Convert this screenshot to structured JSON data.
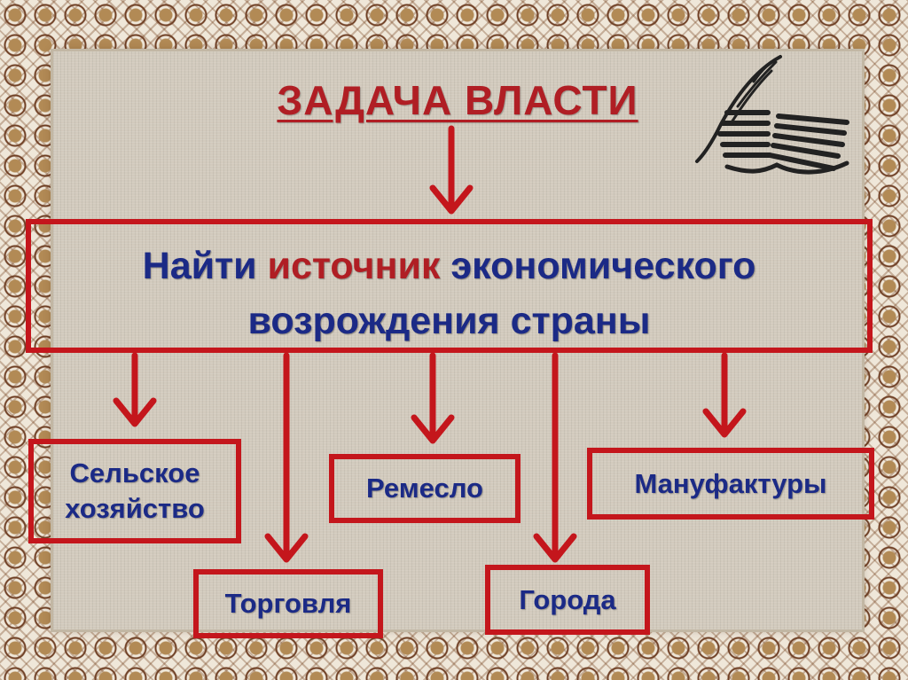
{
  "slide": {
    "title": "ЗАДАЧА ВЛАСТИ",
    "main_box": {
      "part1": "Найти",
      "highlight": "источник",
      "part2": "экономического",
      "line2": "возрождения страны"
    },
    "sources": [
      {
        "line1": "Сельское",
        "line2": "хозяйство"
      },
      {
        "label": "Ремесло"
      },
      {
        "label": "Мануфактуры"
      },
      {
        "label": "Торговля"
      },
      {
        "label": "Города"
      }
    ],
    "emblem_icon": "quill-and-book-icon",
    "colors": {
      "title": "#b01e24",
      "text": "#1b2a86",
      "border": "#c4161c"
    }
  }
}
